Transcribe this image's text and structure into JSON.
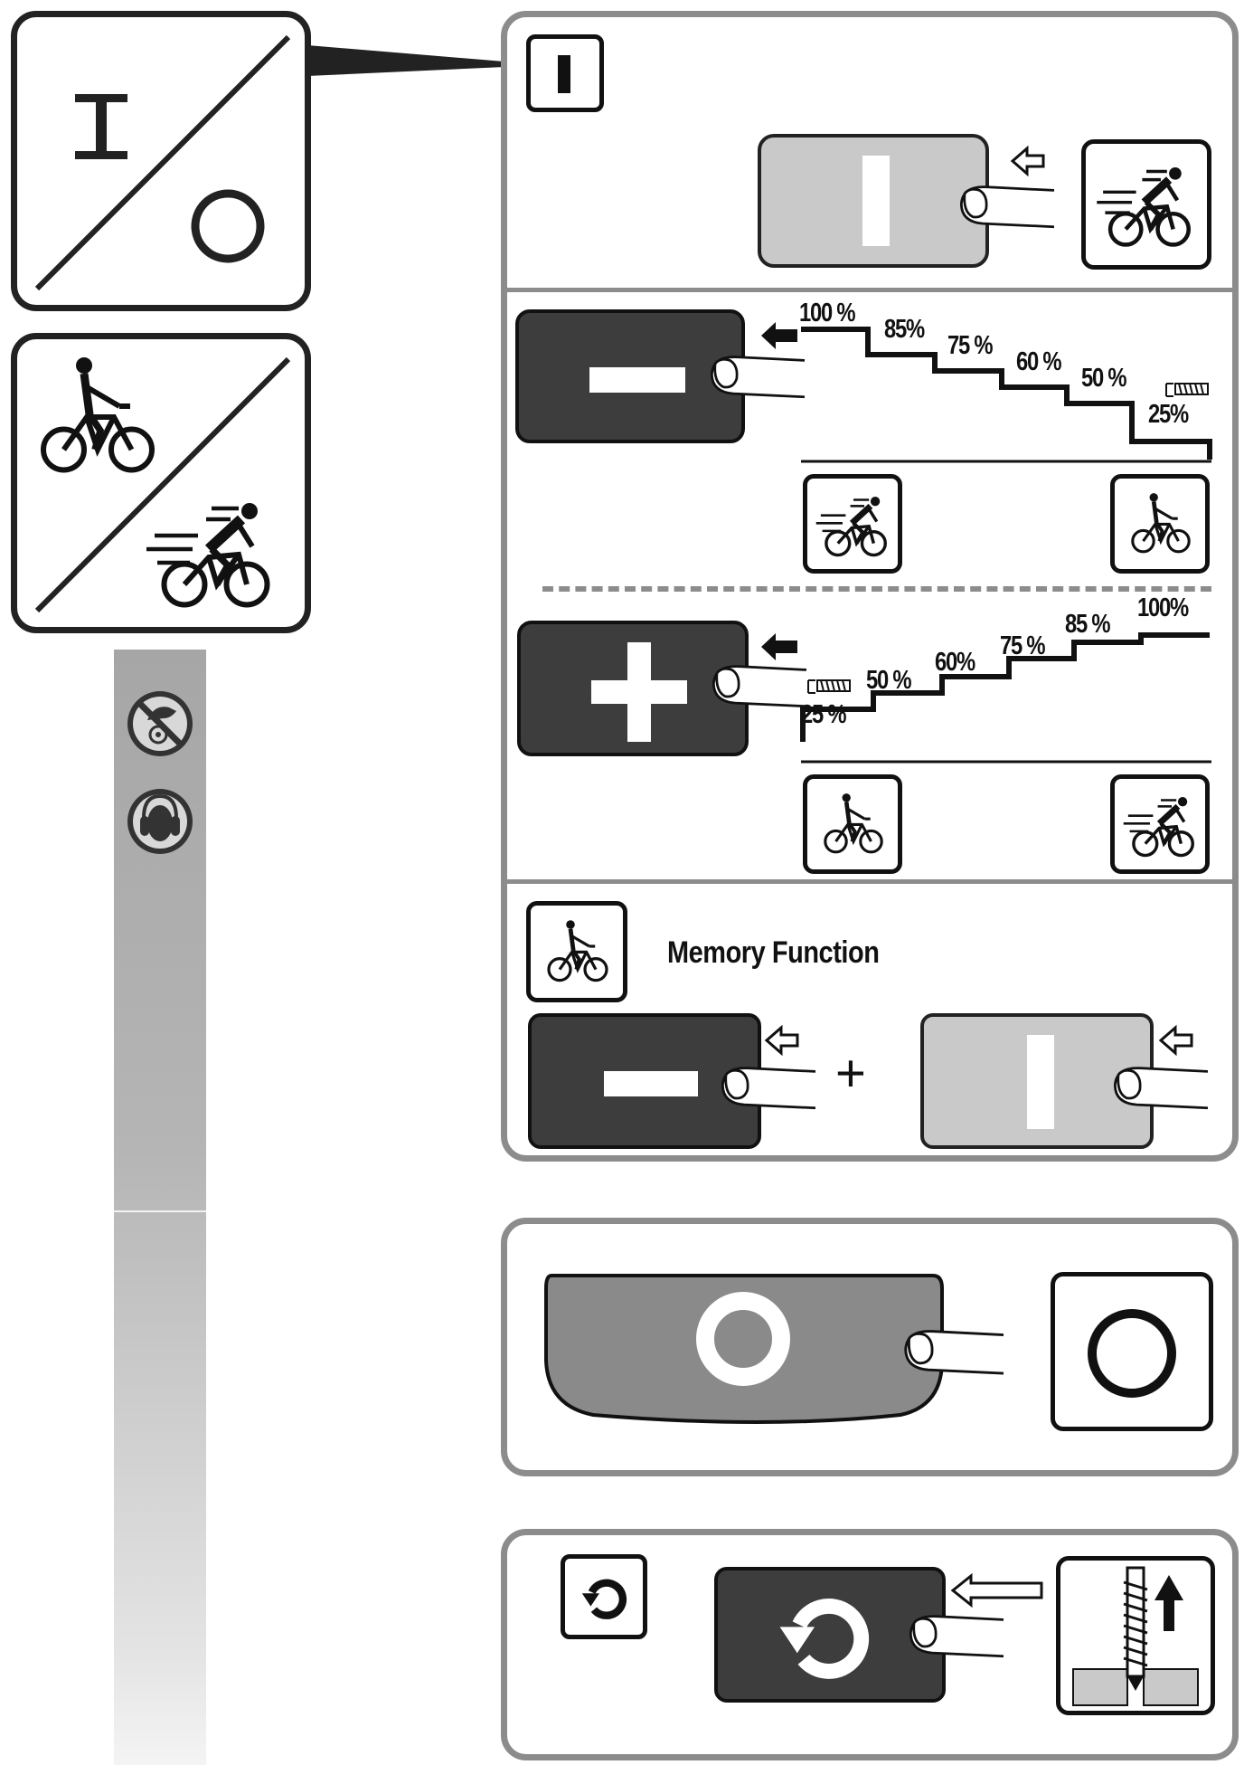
{
  "power_legend": {
    "on_symbol": "I",
    "off_symbol": "O",
    "icon": "on-off-icon"
  },
  "mode_legend": {
    "slow_icon": "cyclist-slow-icon",
    "fast_icon": "cyclist-fast-icon"
  },
  "safety_bar": {
    "icons": [
      "no-hands-near-rotating-parts-icon",
      "wear-ear-protection-icon"
    ]
  },
  "switch_on": {
    "badge": "I",
    "button_symbol": "I",
    "result_icon": "cyclist-fast-icon"
  },
  "decrease_speed": {
    "button_symbol": "minus-icon",
    "steps": [
      "100 %",
      "85%",
      "75 %",
      "60 %",
      "50 %",
      "25%"
    ],
    "start_icon": "cyclist-fast-icon",
    "end_icon": "cyclist-slow-icon"
  },
  "increase_speed": {
    "button_symbol": "plus-icon",
    "steps": [
      "25 %",
      "50 %",
      "60%",
      "75 %",
      "85 %",
      "100%"
    ],
    "start_icon": "cyclist-slow-icon",
    "end_icon": "cyclist-fast-icon"
  },
  "memory": {
    "label": "Memory Function",
    "combine_symbol": "+",
    "icon": "cyclist-slow-icon"
  },
  "switch_off": {
    "button_symbol": "O",
    "result_symbol": "O"
  },
  "reverse": {
    "badge_icon": "rotate-left-icon",
    "button_icon": "rotate-left-icon",
    "result_icon": "screw-backing-out-icon"
  },
  "colors": {
    "dark_button": "#3d3d3d",
    "light_button": "#c9c9c9",
    "mid_button": "#8a8a8a",
    "frame": "#8c8c8c"
  }
}
